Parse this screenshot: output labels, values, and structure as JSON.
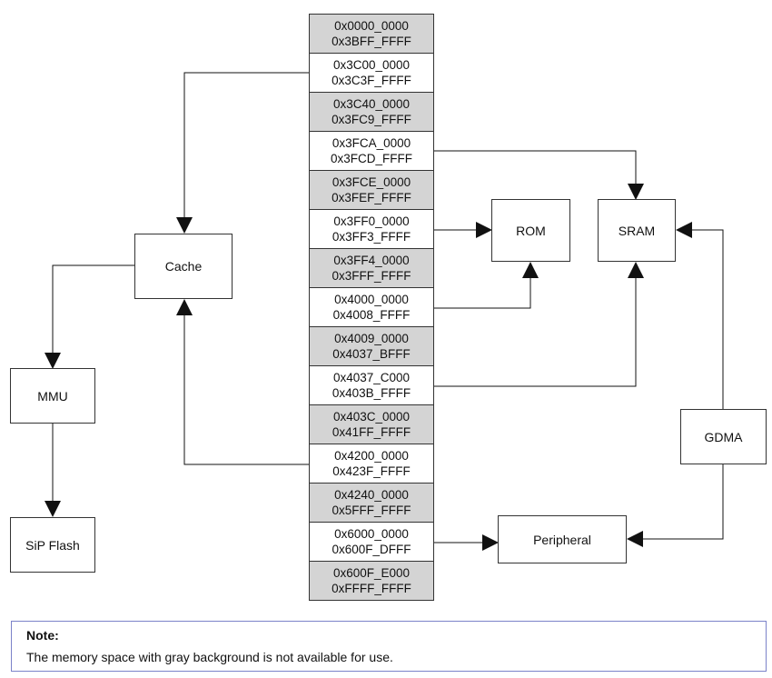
{
  "segments": [
    {
      "start": "0x0000_0000",
      "end": "0x3BFF_FFFF",
      "available": false
    },
    {
      "start": "0x3C00_0000",
      "end": "0x3C3F_FFFF",
      "available": true
    },
    {
      "start": "0x3C40_0000",
      "end": "0x3FC9_FFFF",
      "available": false
    },
    {
      "start": "0x3FCA_0000",
      "end": "0x3FCD_FFFF",
      "available": true
    },
    {
      "start": "0x3FCE_0000",
      "end": "0x3FEF_FFFF",
      "available": false
    },
    {
      "start": "0x3FF0_0000",
      "end": "0x3FF3_FFFF",
      "available": true
    },
    {
      "start": "0x3FF4_0000",
      "end": "0x3FFF_FFFF",
      "available": false
    },
    {
      "start": "0x4000_0000",
      "end": "0x4008_FFFF",
      "available": true
    },
    {
      "start": "0x4009_0000",
      "end": "0x4037_BFFF",
      "available": false
    },
    {
      "start": "0x4037_C000",
      "end": "0x403B_FFFF",
      "available": true
    },
    {
      "start": "0x403C_0000",
      "end": "0x41FF_FFFF",
      "available": false
    },
    {
      "start": "0x4200_0000",
      "end": "0x423F_FFFF",
      "available": true
    },
    {
      "start": "0x4240_0000",
      "end": "0x5FFF_FFFF",
      "available": false
    },
    {
      "start": "0x6000_0000",
      "end": "0x600F_DFFF",
      "available": true
    },
    {
      "start": "0x600F_E000",
      "end": "0xFFFF_FFFF",
      "available": false
    }
  ],
  "blocks": {
    "cache": "Cache",
    "mmu": "MMU",
    "sip_flash": "SiP Flash",
    "rom": "ROM",
    "sram": "SRAM",
    "gdma": "GDMA",
    "peripheral": "Peripheral"
  },
  "note": {
    "title": "Note:",
    "text": "The memory space with gray background is not available for use."
  },
  "colors": {
    "unavailable": "#d4d4d4",
    "available": "#ffffff",
    "note_border": "#7b82c9"
  }
}
